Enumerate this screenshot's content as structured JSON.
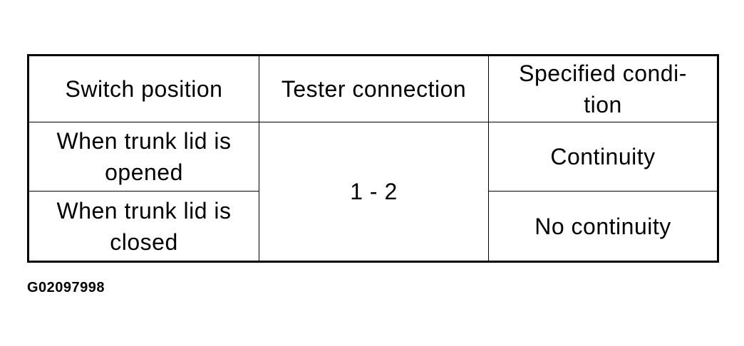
{
  "table": {
    "headers": {
      "switch_position": "Switch position",
      "tester_connection": "Tester connection",
      "specified_condition": [
        "Specified condi-",
        "tion"
      ]
    },
    "rows": [
      {
        "switch_position": [
          "When trunk lid is",
          "opened"
        ],
        "specified_condition": "Continuity"
      },
      {
        "switch_position": [
          "When trunk lid is",
          "closed"
        ],
        "specified_condition": "No continuity"
      }
    ],
    "tester_connection": "1 - 2"
  },
  "figure_id": "G02097998"
}
